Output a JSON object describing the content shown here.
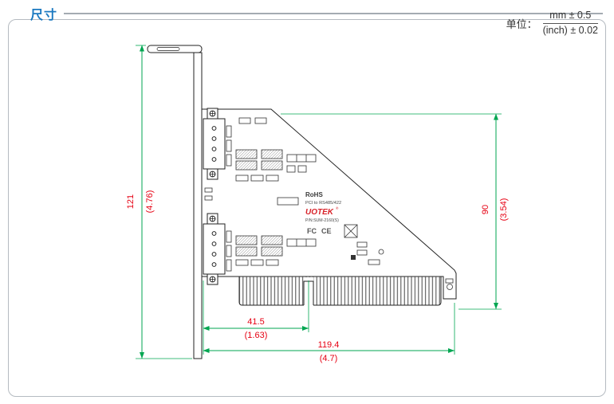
{
  "page": {
    "title": "尺寸"
  },
  "units": {
    "label": "单位：",
    "mm_tolerance": "mm ± 0.5",
    "inch_tolerance": "(inch) ± 0.02"
  },
  "dimensions": {
    "bracket_height": {
      "mm": "121",
      "inch": "(4.76)"
    },
    "board_height": {
      "mm": "90",
      "inch": "(3.54)"
    },
    "edge_offset": {
      "mm": "41.5",
      "inch": "(1.63)"
    },
    "board_length": {
      "mm": "119.4",
      "inch": "(4.7)"
    }
  },
  "board_silkscreen": {
    "rohs": "RoHS",
    "product": "PCI to RS485/422",
    "brand": "UOTEK",
    "registered": "®",
    "part_number": "P/N:SUM-2160(S)",
    "fcc_mark": "FC",
    "ce_mark": "CE"
  },
  "colors": {
    "accent_blue": "#1b79c0",
    "dimension_line_green": "#00a651",
    "dimension_text_red": "#e60012",
    "drawing_line": "#222222",
    "brand_red": "#d8232a",
    "panel_border": "#b5bbc1"
  }
}
